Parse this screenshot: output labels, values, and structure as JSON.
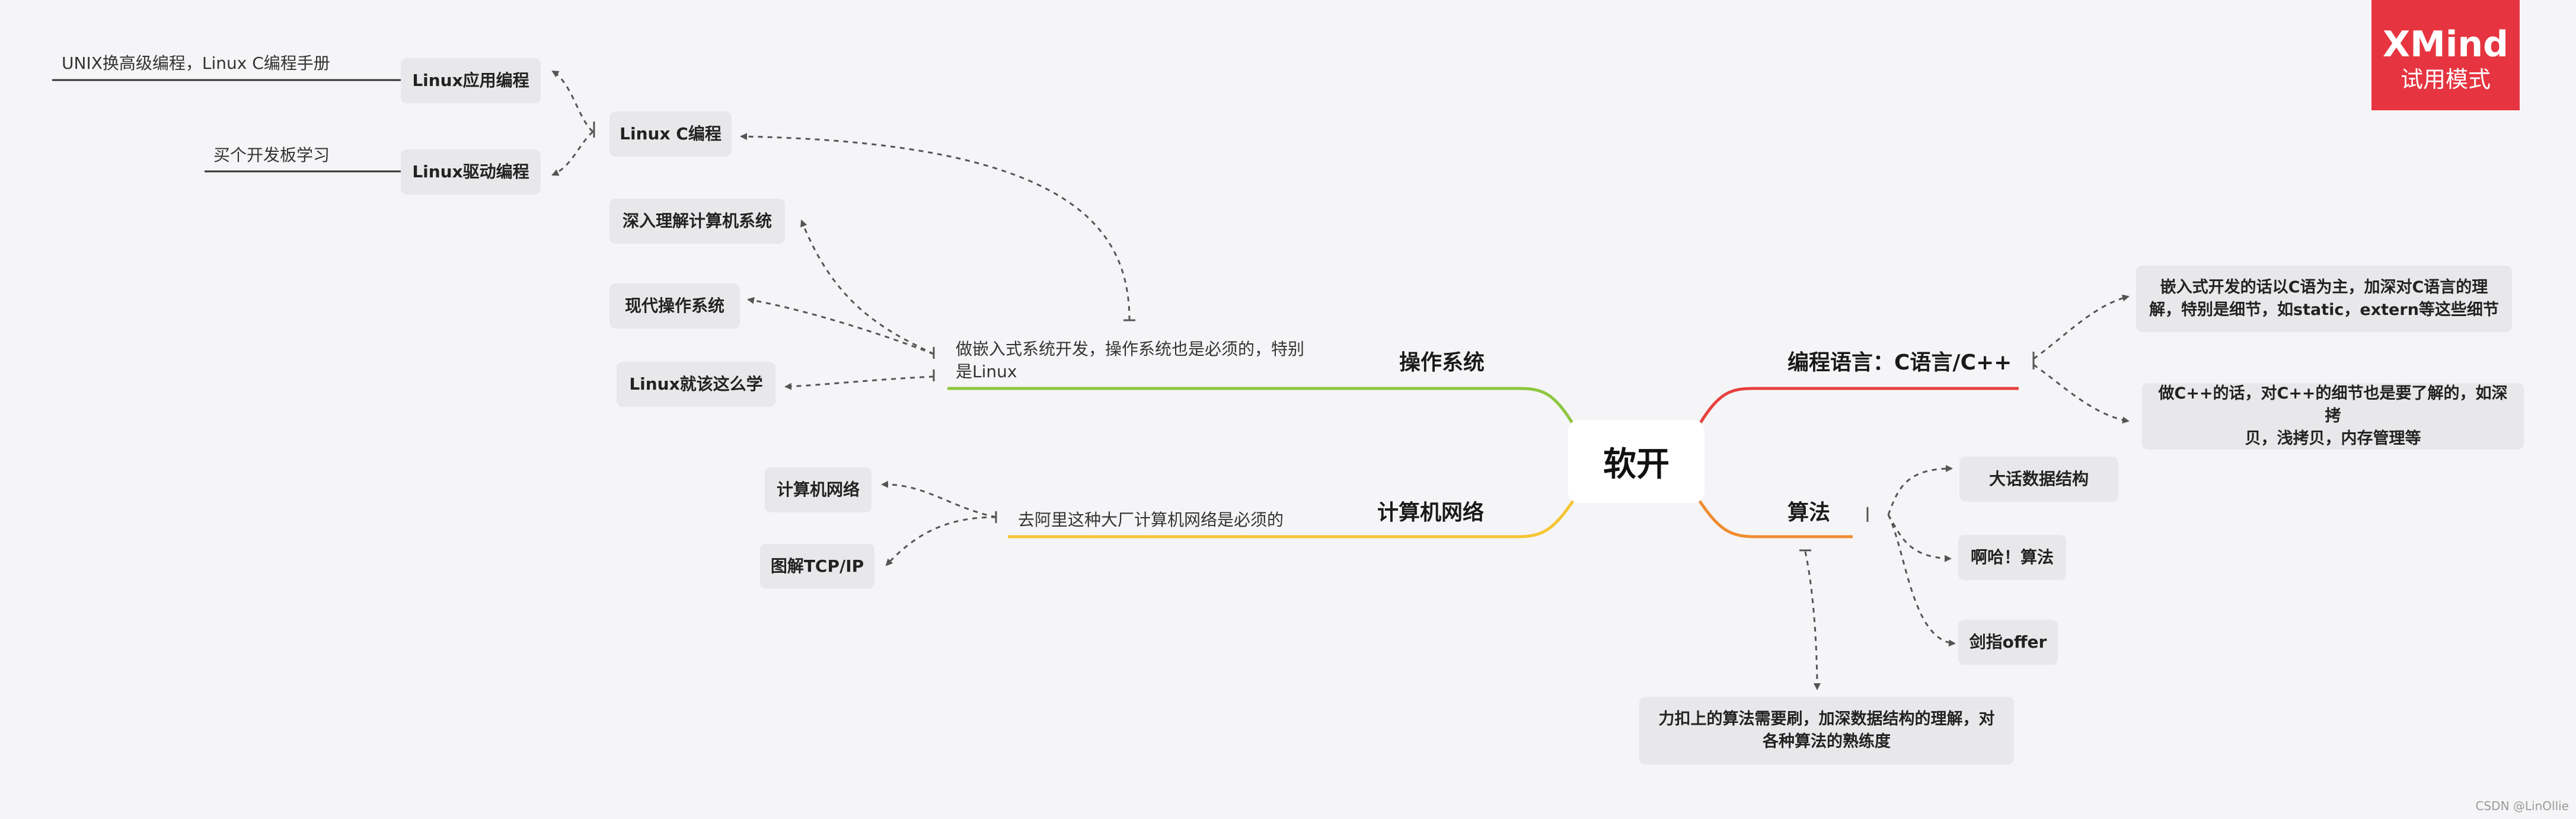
{
  "center": {
    "label": "软开"
  },
  "branches": {
    "os": {
      "label": "操作系统",
      "color": "#8dc63f",
      "note": [
        "做嵌入式系统开发，操作系统也是必须的，特别",
        "是Linux"
      ],
      "topics": {
        "linux_c": "Linux C编程",
        "linux_app": "Linux应用编程",
        "linux_app_note": "UNIX换高级编程，Linux C编程手册",
        "linux_driver": "Linux驱动编程",
        "linux_driver_note": "买个开发板学习",
        "csapp": "深入理解计算机系统",
        "modern_os": "现代操作系统",
        "linux_book": "Linux就该这么学"
      }
    },
    "network": {
      "label": "计算机网络",
      "color": "#f5c533",
      "note": "去阿里这种大厂计算机网络是必须的",
      "topics": {
        "cn": "计算机网络",
        "tcpip": "图解TCP/IP"
      }
    },
    "lang": {
      "label": "编程语言：C语言/C++",
      "color": "#e84040",
      "topics": {
        "c_note": [
          "嵌入式开发的话以C语为主，加深对C语言的理",
          "解，特别是细节，如static，extern等这些细节"
        ],
        "cpp_note": [
          "做C++的话，对C++的细节也是要了解的，如深拷",
          "贝，浅拷贝，内存管理等"
        ]
      }
    },
    "algo": {
      "label": "算法",
      "color": "#f08c30",
      "topics": {
        "dahua": "大话数据结构",
        "aha": "啊哈！算法",
        "offer": "剑指offer",
        "leetcode": [
          "力扣上的算法需要刷，加深数据结构的理解，对",
          "各种算法的熟练度"
        ]
      }
    }
  },
  "badge": {
    "brand": "XMind",
    "mode": "试用模式",
    "color": "#e63540"
  },
  "watermark": "CSDN @LinOllie"
}
